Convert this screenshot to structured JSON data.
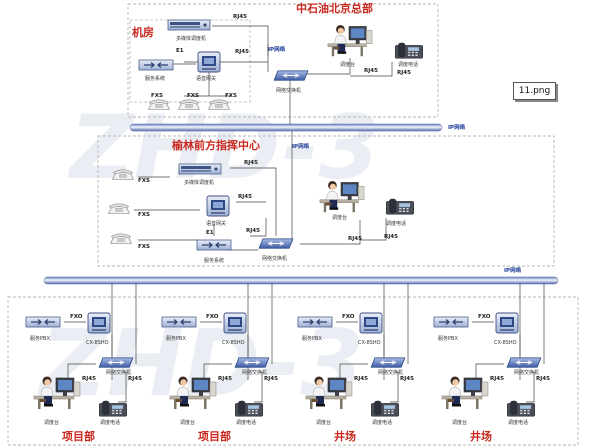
{
  "watermark": "ZHD-3",
  "file_label": "11.png",
  "ip_network": "IP网络",
  "hq": {
    "title": "中石油北京总部",
    "room_title": "机房",
    "switch_label": "多媒体调度机",
    "gateway_label": "语音网关",
    "server_label": "服务系统",
    "net_switch_label": "网络交换机",
    "console_label": "调度台",
    "phone_label": "调度电话",
    "rj45": "RJ45",
    "e1": "E1",
    "fxs": "FXS"
  },
  "center": {
    "title": "榆林前方指挥中心",
    "switch_label": "多媒体调度机",
    "gateway_label": "语音网关",
    "server_label": "服务系统",
    "net_switch_label": "网络交换机",
    "console_label": "调度台",
    "phone_label": "调度电话",
    "rj45": "RJ45",
    "e1": "E1",
    "fxs": "FXS"
  },
  "sites": [
    {
      "title": "项目部",
      "pbx_label": "服务PBX",
      "fxo": "FXO",
      "device_label": "CX-8SHO",
      "net_switch_label": "网络交换机",
      "console_label": "调度台",
      "phone_label": "调度电话",
      "rj45": "RJ45"
    },
    {
      "title": "项目部",
      "pbx_label": "服务PBX",
      "fxo": "FXO",
      "device_label": "CX-8SHO",
      "net_switch_label": "网络交换机",
      "console_label": "调度台",
      "phone_label": "调度电话",
      "rj45": "RJ45"
    },
    {
      "title": "井场",
      "pbx_label": "服务PBX",
      "fxo": "FXO",
      "device_label": "CX-8SHO",
      "net_switch_label": "网络交换机",
      "console_label": "调度台",
      "phone_label": "调度电话",
      "rj45": "RJ45"
    },
    {
      "title": "井场",
      "pbx_label": "服务PBX",
      "fxo": "FXO",
      "device_label": "CX-8SHO",
      "net_switch_label": "网络交换机",
      "console_label": "调度台",
      "phone_label": "调度电话",
      "rj45": "RJ45"
    }
  ]
}
